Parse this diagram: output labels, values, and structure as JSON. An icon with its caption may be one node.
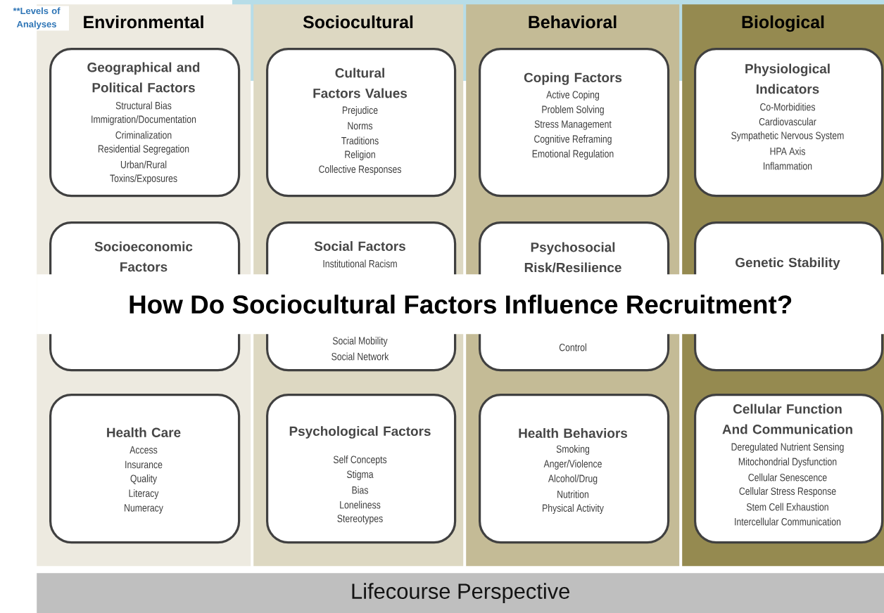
{
  "diagram": {
    "title": "How Do Sociocultural Factors Influence Recruitment?",
    "nodes": [
      {
        "text": [
          "Environmental"
        ]
      },
      {
        "text": [
          "Geographical and Political Factors",
          "Structural Bias",
          "Immigration/Documentation",
          "Criminalization",
          "Residential Segregation",
          "Urban/Rural",
          "Toxins/Exposures"
        ],
        "in": 0
      },
      {
        "text": [
          "Socioeconomic Factors"
        ],
        "in": 0
      },
      {
        "text": [
          "Health Care",
          "Access",
          "Insurance",
          "Quality",
          "Literacy",
          "Numeracy"
        ],
        "in": 0
      },
      {
        "text": [
          "Sociocultural"
        ]
      },
      {
        "text": [
          "Cultural Factors Values",
          "Prejudice",
          "Norms",
          "Traditions",
          "Religion",
          "Collective Responses"
        ],
        "in": 4
      },
      {
        "text": [
          "Social Factors",
          "Institutional Racism",
          "Social Mobility",
          "Social Network"
        ],
        "in": 4
      },
      {
        "text": [
          "Psychological Factors",
          "Self Concepts",
          "Stigma",
          "Bias",
          "Loneliness",
          "Stereotypes"
        ],
        "in": 4
      },
      {
        "text": [
          "Behavioral"
        ]
      },
      {
        "text": [
          "Coping Factors",
          "Active Coping",
          "Problem Solving",
          "Stress Management",
          "Cognitive Reframing",
          "Emotional Regulation"
        ],
        "in": 8
      },
      {
        "text": [
          "Psychosocial Risk/Resilience",
          "Control"
        ],
        "in": 8
      },
      {
        "text": [
          "Health Behaviors",
          "Smoking",
          "Anger/Violence",
          "Alcohol/Drug",
          "Nutrition",
          "Physical Activity"
        ],
        "in": 8
      },
      {
        "text": [
          "Biological"
        ]
      },
      {
        "text": [
          "Physiological Indicators",
          "Co-Morbidities",
          "Cardiovascular",
          "Sympathetic Nervous System",
          "HPA Axis",
          "Inflammation"
        ],
        "in": 12
      },
      {
        "text": [
          "Genetic Stability"
        ],
        "in": 12
      },
      {
        "text": [
          "Cellular Function And Communication",
          "Deregulated Nutrient Sensing",
          "Mitochondrial Dysfunction",
          "Cellular Senescence",
          "Cellular Stress Response",
          "Stem Cell Exhaustion",
          "Intercellular Communication"
        ],
        "in": 12
      },
      {
        "text": [
          "Lifecourse Perspective"
        ]
      }
    ],
    "labels": [
      "**Levels of Analyses"
    ]
  }
}
